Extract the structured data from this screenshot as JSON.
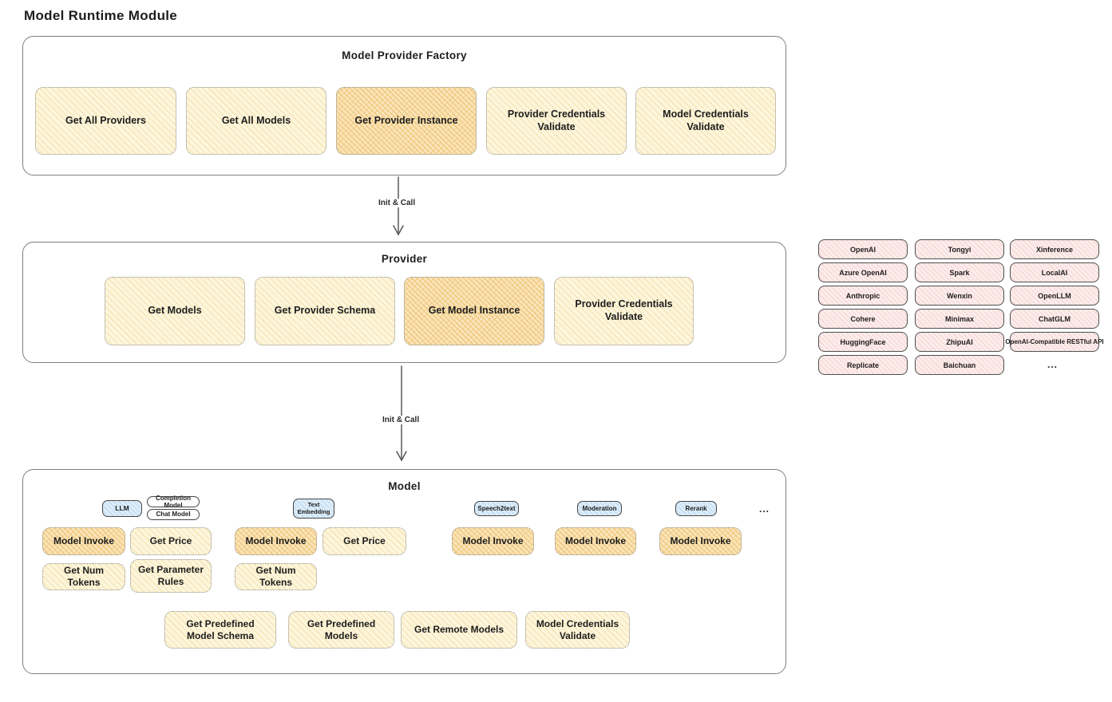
{
  "title": "Model Runtime Module",
  "colors": {
    "yellow_fill": "#fdf6dc",
    "orange_highlight_fill": "#f9e6ba",
    "pink_fill": "#fcedec",
    "blue_fill": "#ddedf9",
    "outline": "#7f7f7f"
  },
  "arrows": {
    "init_call_1": "Init & Call",
    "init_call_2": "Init & Call"
  },
  "factory": {
    "title": "Model Provider Factory",
    "boxes": [
      {
        "label": "Get All Providers",
        "highlight": false
      },
      {
        "label": "Get All Models",
        "highlight": false
      },
      {
        "label": "Get Provider Instance",
        "highlight": true
      },
      {
        "label": "Provider Credentials Validate",
        "highlight": false
      },
      {
        "label": "Model Credentials Validate",
        "highlight": false
      }
    ]
  },
  "provider": {
    "title": "Provider",
    "boxes": [
      {
        "label": "Get Models",
        "highlight": false
      },
      {
        "label": "Get Provider Schema",
        "highlight": false
      },
      {
        "label": "Get Model Instance",
        "highlight": true
      },
      {
        "label": "Provider Credentials Validate",
        "highlight": false
      }
    ]
  },
  "providers_grid": {
    "columns": [
      [
        "OpenAI",
        "Azure OpenAI",
        "Anthropic",
        "Cohere",
        "HuggingFace",
        "Replicate"
      ],
      [
        "Tongyi",
        "Spark",
        "Wenxin",
        "Minimax",
        "ZhipuAI",
        "Baichuan"
      ],
      [
        "Xinference",
        "LocalAI",
        "OpenLLM",
        "ChatGLM",
        "OpenAI-Compatible RESTful API"
      ]
    ],
    "more": "..."
  },
  "model": {
    "title": "Model",
    "badges": {
      "llm": "LLM",
      "completion_model": "Completion Model",
      "chat_model": "Chat Model",
      "text_embedding": "Text Embedding",
      "speech2text": "Speech2text",
      "moderation": "Moderation",
      "rerank": "Rerank",
      "more": "..."
    },
    "ops": {
      "model_invoke": "Model Invoke",
      "get_price": "Get Price",
      "get_num_tokens": "Get Num Tokens",
      "get_parameter_rules": "Get Parameter Rules",
      "get_predefined_model_schema": "Get Predefined Model Schema",
      "get_predefined_models": "Get Predefined Models",
      "get_remote_models": "Get Remote Models",
      "model_credentials_validate": "Model Credentials Validate"
    }
  }
}
